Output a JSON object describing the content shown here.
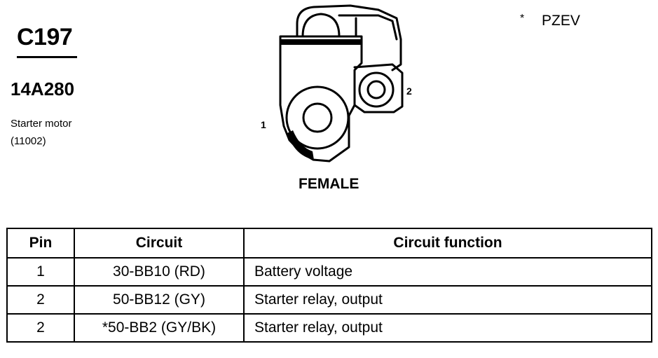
{
  "connector": {
    "id": "C197",
    "part_number": "14A280",
    "description": "Starter motor",
    "reference": "(11002)"
  },
  "note": {
    "symbol": "*",
    "text": "PZEV"
  },
  "diagram": {
    "pin_labels": [
      "1",
      "2"
    ],
    "gender": "FEMALE"
  },
  "table": {
    "headers": [
      "Pin",
      "Circuit",
      "Circuit function"
    ],
    "rows": [
      {
        "pin": "1",
        "circuit": "30-BB10 (RD)",
        "function": "Battery voltage"
      },
      {
        "pin": "2",
        "circuit": "50-BB12 (GY)",
        "function": "Starter relay, output"
      },
      {
        "pin": "2",
        "circuit": "*50-BB2 (GY/BK)",
        "function": "Starter relay, output"
      }
    ]
  }
}
